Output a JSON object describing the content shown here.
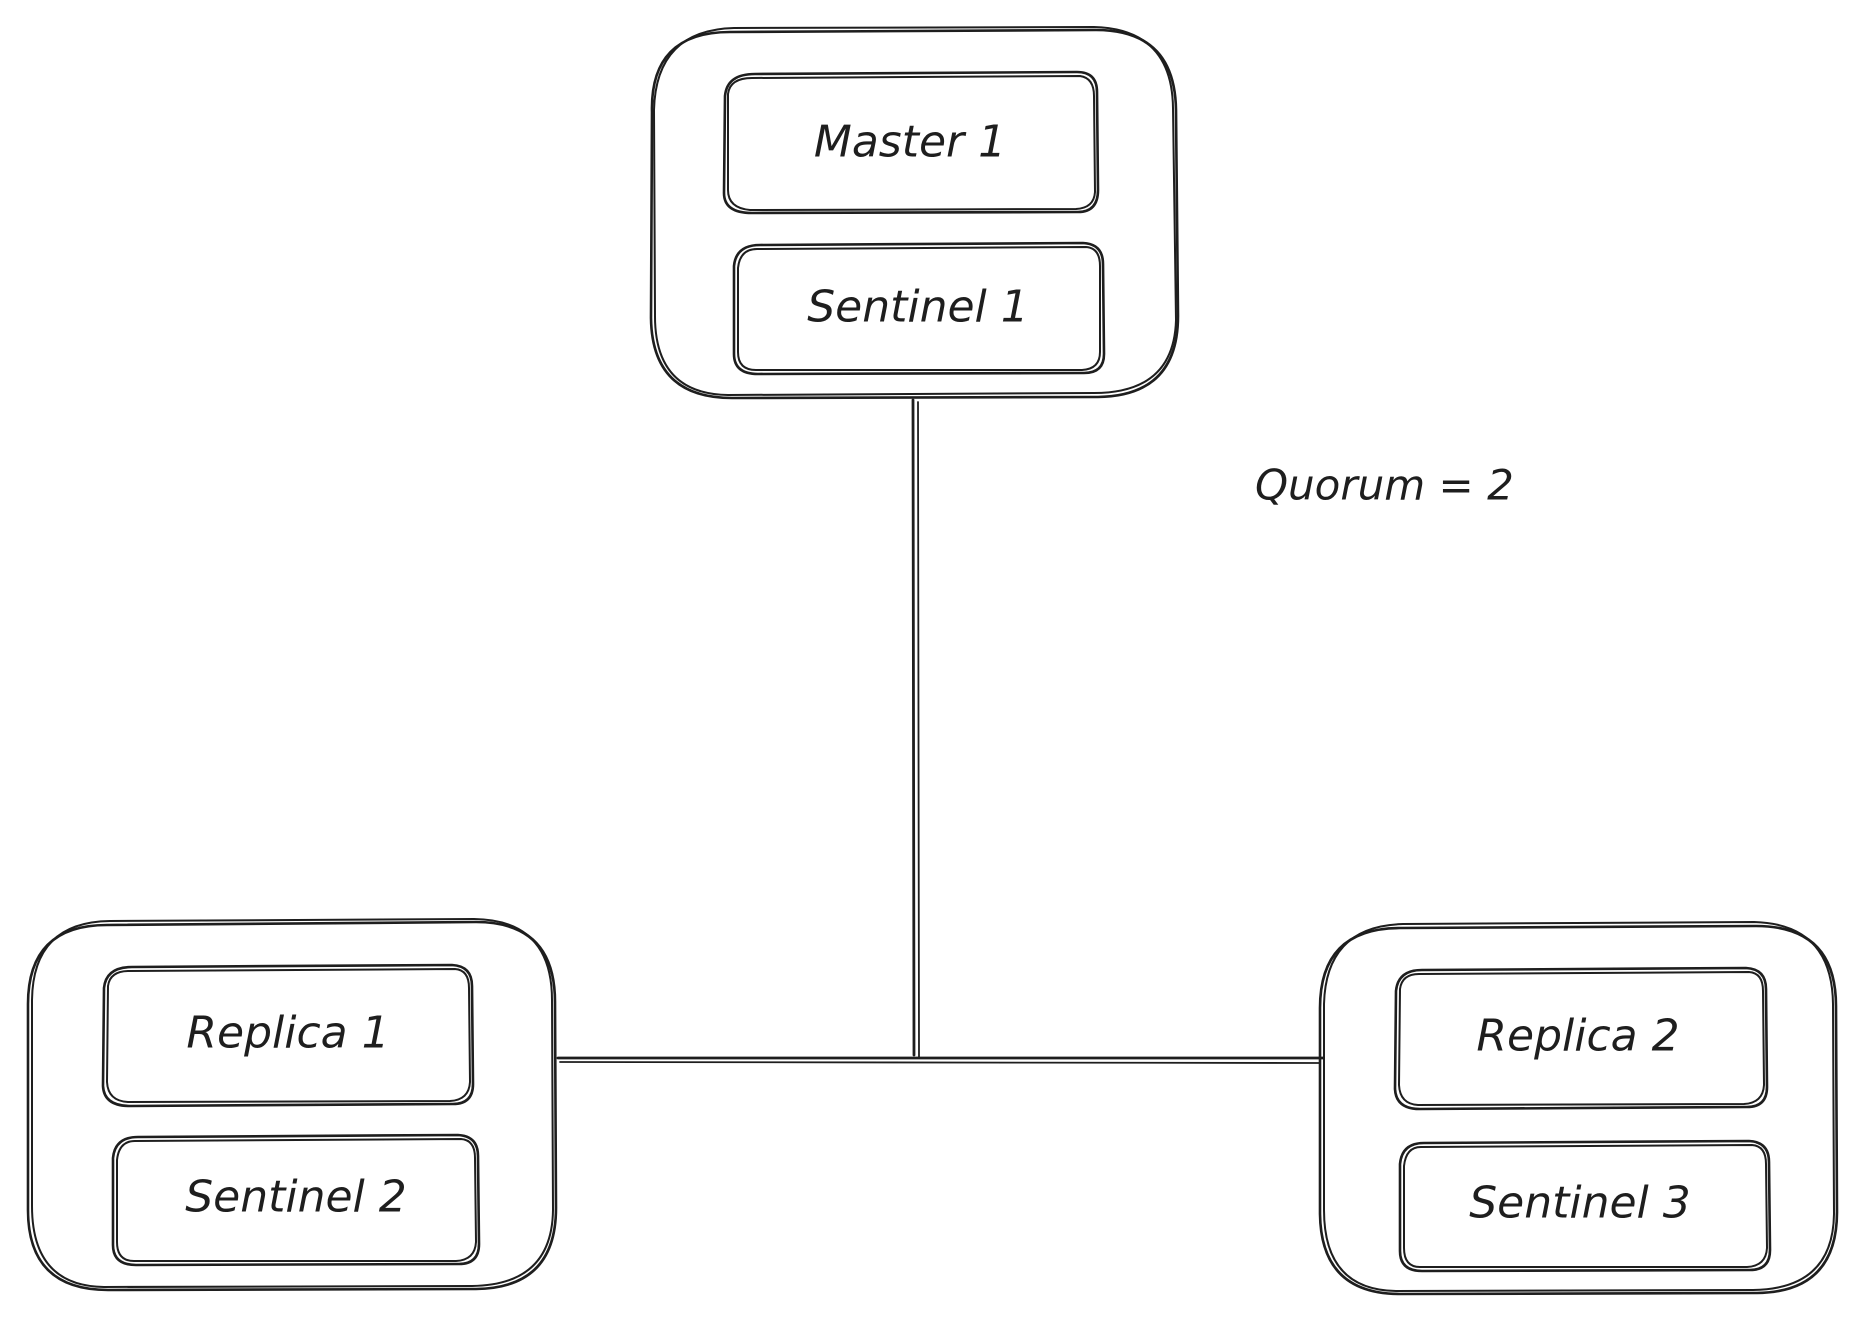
{
  "diagram": {
    "quorum_label": "Quorum = 2",
    "nodes": {
      "top": {
        "primary": "Master 1",
        "sentinel": "Sentinel 1"
      },
      "left": {
        "primary": "Replica 1",
        "sentinel": "Sentinel 2"
      },
      "right": {
        "primary": "Replica 2",
        "sentinel": "Sentinel 3"
      }
    }
  }
}
